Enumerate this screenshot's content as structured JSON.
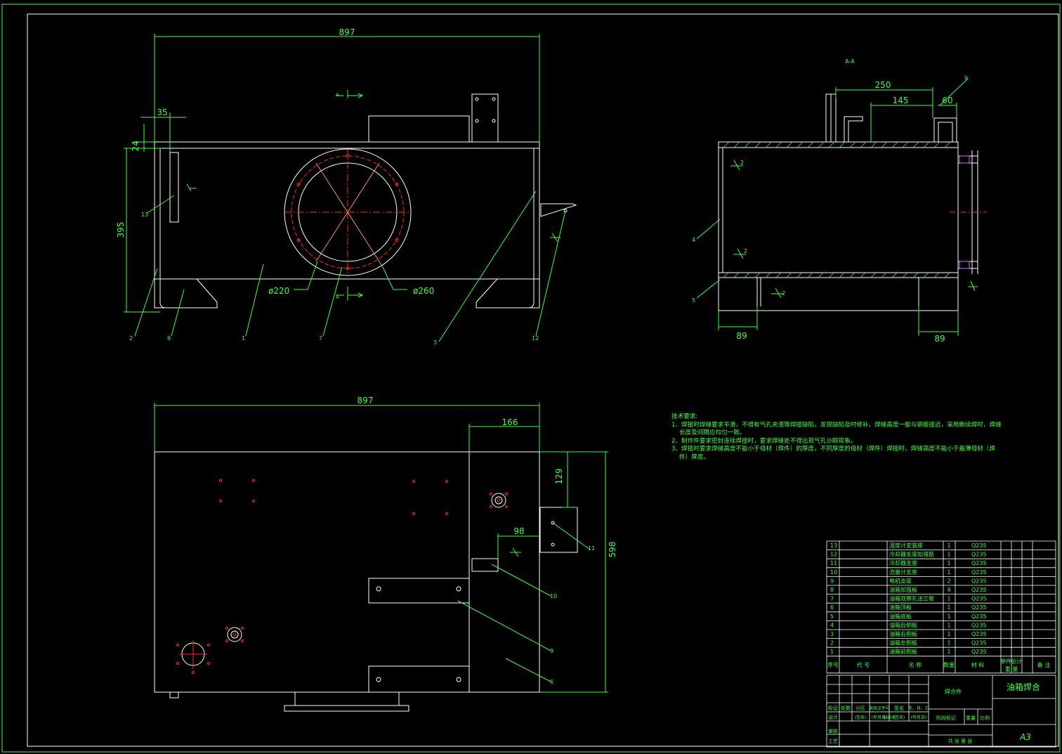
{
  "colors": {
    "background": "#000000",
    "outline": "#ffffff",
    "dimension": "#3fff3f",
    "center": "#ff2a2a",
    "hatch": "#39d9b0",
    "section": "#d070ff"
  },
  "section_label": "A-A",
  "section_marks": {
    "top": "A",
    "bottom": "A"
  },
  "dims": {
    "front_width": "897",
    "front_35": "35",
    "front_24": "24",
    "front_395": "395",
    "phi220": "ø220",
    "phi260": "ø260",
    "side_250": "250",
    "side_145": "145",
    "side_60": "60",
    "side_89_left": "89",
    "side_89_right": "89",
    "plan_width": "897",
    "plan_166": "166",
    "plan_129": "129",
    "plan_98": "98",
    "plan_598": "598"
  },
  "weld_symbols": {
    "w1": "2",
    "w2": "2",
    "w3": "2"
  },
  "balloons": {
    "front": [
      "13",
      "2",
      "8",
      "1",
      "7",
      "3",
      "12"
    ],
    "side": [
      "9",
      "4",
      "5"
    ],
    "plan": [
      "11",
      "10",
      "9",
      "6"
    ]
  },
  "notes": {
    "title": "技术要求:",
    "lines": [
      "1、焊接时焊缝要求平滑，不得有气孔夹渣等焊接缺陷，发现缺陷及时修补。焊缝高度一般与钢板接近，采用断续焊时，焊缝",
      "    长度及间隔应均匀一致。",
      "2、制作件要求密封连续焊接时，要求焊缝处不得出现气孔沙眼现象。",
      "3、焊接时要求焊缝高度不能小于母材（焊件）的厚度，不同厚度的母材（焊件）焊接时，焊缝高度不能小于最薄母材（焊",
      "    件）厚度。"
    ]
  },
  "bom": {
    "rows": [
      {
        "no": "13",
        "name": "温度计安装座",
        "qty": "1",
        "material": "Q235"
      },
      {
        "no": "12",
        "name": "冷却器支座加强筋",
        "qty": "1",
        "material": "Q235"
      },
      {
        "no": "11",
        "name": "冷却器支座",
        "qty": "1",
        "material": "Q235"
      },
      {
        "no": "10",
        "name": "流量计支座",
        "qty": "1",
        "material": "Q235"
      },
      {
        "no": "9",
        "name": "电机支座",
        "qty": "2",
        "material": "Q235"
      },
      {
        "no": "8",
        "name": "油箱加强板",
        "qty": "4",
        "material": "Q235"
      },
      {
        "no": "7",
        "name": "油箱观察孔法兰管",
        "qty": "1",
        "material": "Q235"
      },
      {
        "no": "6",
        "name": "油箱顶板",
        "qty": "1",
        "material": "Q235"
      },
      {
        "no": "5",
        "name": "油箱底板",
        "qty": "1",
        "material": "Q235"
      },
      {
        "no": "4",
        "name": "油箱后侧板",
        "qty": "1",
        "material": "Q235"
      },
      {
        "no": "3",
        "name": "油箱右侧板",
        "qty": "1",
        "material": "Q235"
      },
      {
        "no": "2",
        "name": "油箱左侧板",
        "qty": "1",
        "material": "Q235"
      },
      {
        "no": "1",
        "name": "油箱前侧板",
        "qty": "1",
        "material": "Q235"
      }
    ],
    "header": {
      "no": "序号",
      "code": "代 号",
      "name": "名 称",
      "qty": "数量",
      "material": "材 料",
      "unit1": "单件",
      "unit2": "总计",
      "weight": "重 量",
      "remark": "备 注"
    }
  },
  "title_block": {
    "drawing_name": "油箱焊合",
    "assembly": "焊合件",
    "sheet": "A3",
    "labels": {
      "mark": "标记",
      "count": "处数",
      "zone": "分区",
      "change_doc": "更改文件号",
      "sign": "签名",
      "date": "年、月、日",
      "design": "设计",
      "sign2": "(签名)",
      "date2": "(年月日)",
      "std": "标准化",
      "sign3": "(签名)",
      "date3": "(年月日)",
      "stage": "阶段标记",
      "weight": "重量",
      "scale": "比例",
      "review": "审核",
      "process": "工艺",
      "sheets": "共 张 第 张"
    }
  }
}
